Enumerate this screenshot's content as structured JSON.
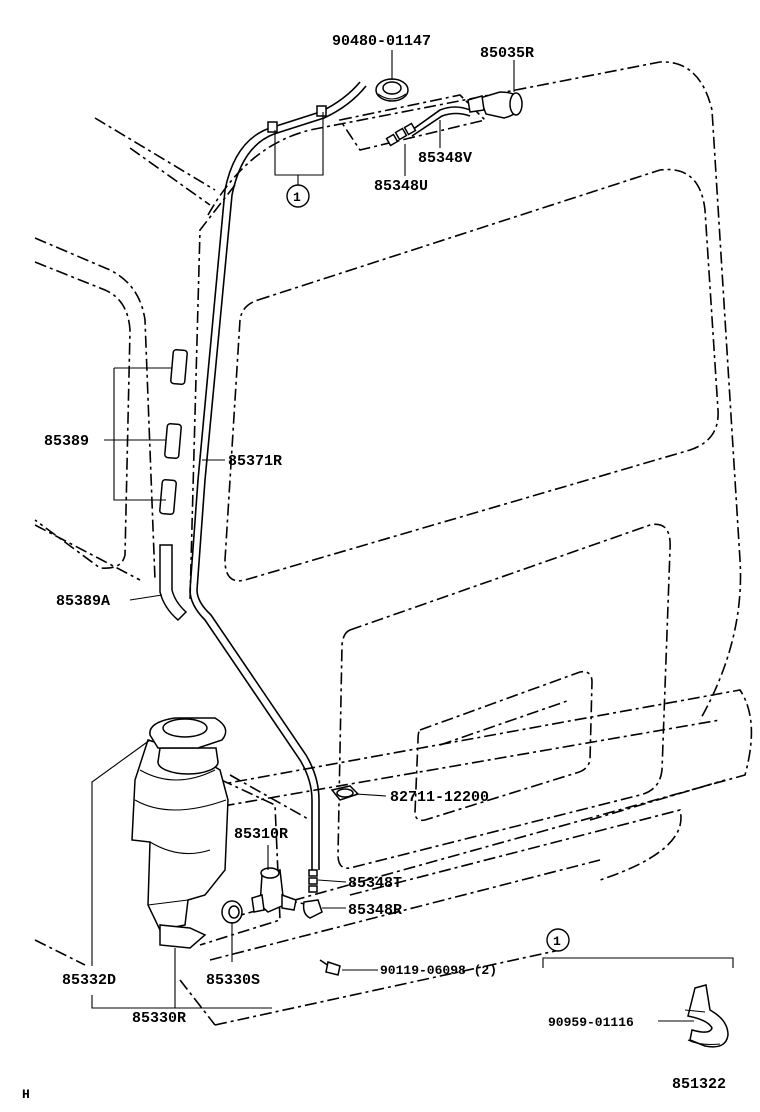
{
  "parts": {
    "p90480_01147": "90480-01147",
    "p85035R": "85035R",
    "p85348V": "85348V",
    "p85348U": "85348U",
    "p85389": "85389",
    "p85371R": "85371R",
    "p85389A": "85389A",
    "p82711_12200": "82711-12200",
    "p85310R": "85310R",
    "p85348T": "85348T",
    "p85348R": "85348R",
    "p90119_06098": "90119-06098 (2)",
    "p85332D": "85332D",
    "p85330S": "85330S",
    "p85330R": "85330R",
    "p90959_01116": "90959-01116"
  },
  "callout": {
    "number": "1"
  },
  "footer": {
    "left_code": "H",
    "diagram_id": "851322"
  }
}
